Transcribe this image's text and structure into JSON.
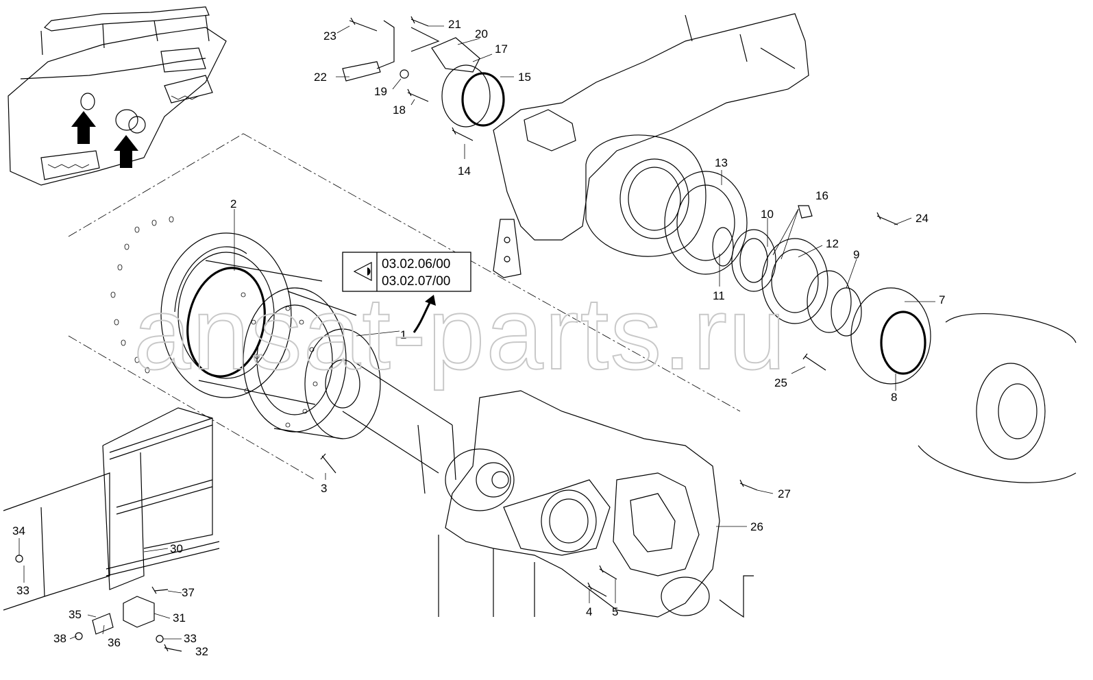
{
  "watermark": "ansat-parts.ru",
  "reference": {
    "lines": [
      "03.02.06/00",
      "03.02.07/00"
    ],
    "icon": "eye-view-icon"
  },
  "callouts": [
    "1",
    "2",
    "3",
    "4",
    "5",
    "7",
    "8",
    "9",
    "10",
    "11",
    "12",
    "13",
    "14",
    "15",
    "16",
    "17",
    "18",
    "19",
    "20",
    "21",
    "22",
    "23",
    "24",
    "25",
    "26",
    "27",
    "30",
    "31",
    "32",
    "33",
    "33",
    "34",
    "35",
    "36",
    "37",
    "38"
  ],
  "colors": {
    "line": "#000000",
    "watermark": "#c8c8c8",
    "background": "#ffffff"
  }
}
